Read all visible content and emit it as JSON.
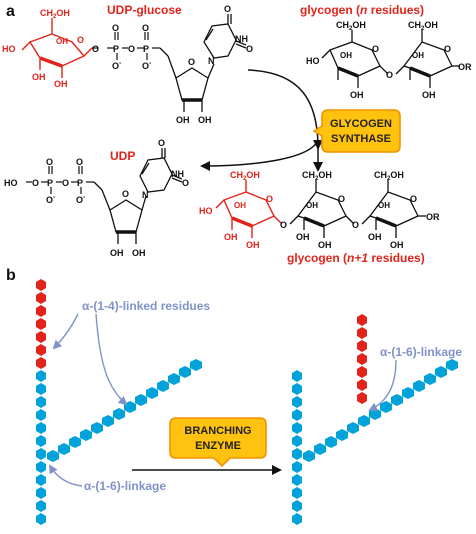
{
  "panel_a": {
    "label": "a",
    "udp_glucose_label": "UDP-glucose",
    "glycogen_n_prefix": "glycogen (",
    "glycogen_n_italic": "n",
    "glycogen_n_suffix": " residues)",
    "glycogen_n1_prefix": "glycogen (",
    "glycogen_n1_italic": "n+1",
    "glycogen_n1_suffix": " residues)",
    "udp_label": "UDP",
    "enzyme_line1": "GLYCOGEN",
    "enzyme_line2": "SYNTHASE",
    "atoms": {
      "ch2oh": "CH",
      "two": "2",
      "oh": "OH",
      "o": "O",
      "p": "P",
      "ominus": "O",
      "minus": "-",
      "n": "N",
      "h": "H",
      "ho": "HO",
      "or": "OR",
      "r": "R"
    }
  },
  "panel_b": {
    "label": "b",
    "a14_label": "α-(1-4)-linked residues",
    "a16_label_left": "α-(1-6)-linkage",
    "a16_label_right": "α-(1-6)-linkage",
    "enzyme_line1": "BRANCHING",
    "enzyme_line2": "ENZYME"
  },
  "colors": {
    "red": "#e2231a",
    "cyan": "#00a3d9",
    "blue_text": "#7f93c9",
    "callout_fill": "#ffc20e",
    "callout_stroke": "#f39200",
    "black": "#111111"
  }
}
